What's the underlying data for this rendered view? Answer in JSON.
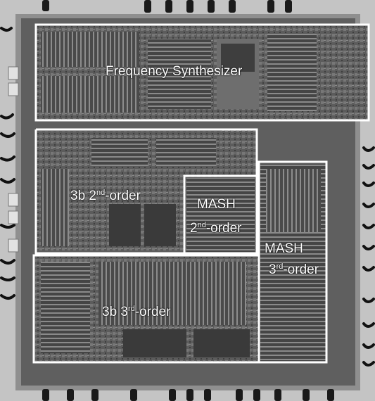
{
  "image": {
    "subject": "die micrograph",
    "colors": {
      "background": "#c9c9c9",
      "die": "#5a5a5a",
      "outline": "#ffffff",
      "label": "#ffffff"
    }
  },
  "regions": [
    {
      "id": "frequency-synthesizer",
      "label": "Frequency Synthesizer"
    },
    {
      "id": "3b-2nd-order",
      "label_main": "3b 2",
      "label_sup": "nd",
      "label_tail": "-order"
    },
    {
      "id": "mash-2nd-order",
      "line1": "MASH",
      "line2_main": "2",
      "line2_sup": "nd",
      "line2_tail": "-order"
    },
    {
      "id": "mash-3rd-order",
      "line1": "MASH",
      "line2_main": "3",
      "line2_sup": "rd",
      "line2_tail": "-order"
    },
    {
      "id": "3b-3rd-order",
      "label_main": "3b 3",
      "label_sup": "rd",
      "label_tail": "-order"
    }
  ]
}
